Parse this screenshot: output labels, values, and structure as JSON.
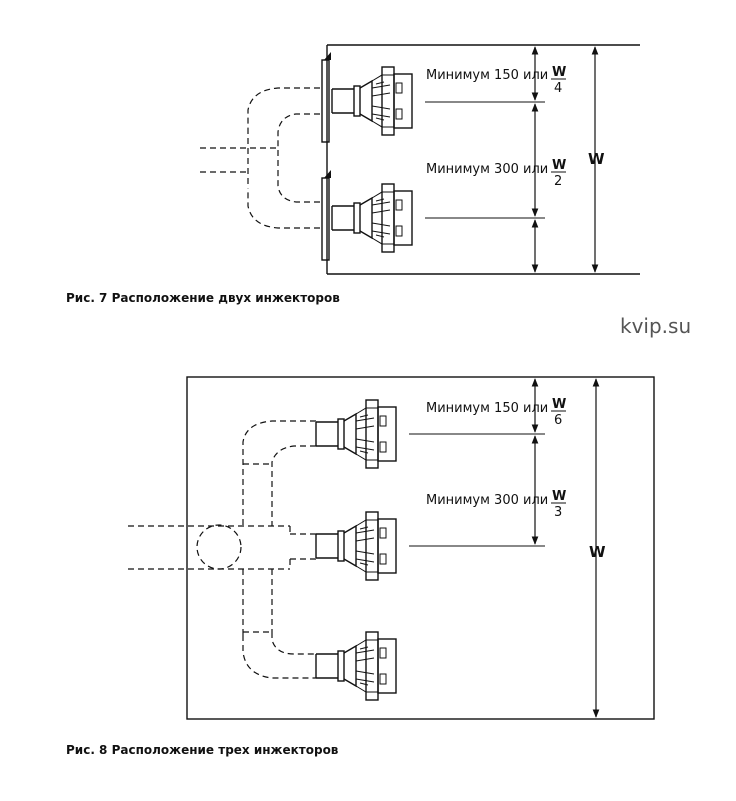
{
  "figure7": {
    "label_min150": "Минимум 150 или",
    "frac_top_num": "W",
    "frac_top_den": "4",
    "label_min300": "Минимум 300 или",
    "frac_mid_num": "W",
    "frac_mid_den": "2",
    "w_label": "W",
    "caption": "Рис. 7  Расположение двух инжекторов"
  },
  "watermark": "kvip.su",
  "figure8": {
    "label_min150": "Минимум 150 или",
    "frac_top_num": "W",
    "frac_top_den": "6",
    "label_min300": "Минимум 300 или",
    "frac_mid_num": "W",
    "frac_mid_den": "3",
    "w_label": "W",
    "caption": "Рис. 8  Расположение трех инжекторов"
  }
}
